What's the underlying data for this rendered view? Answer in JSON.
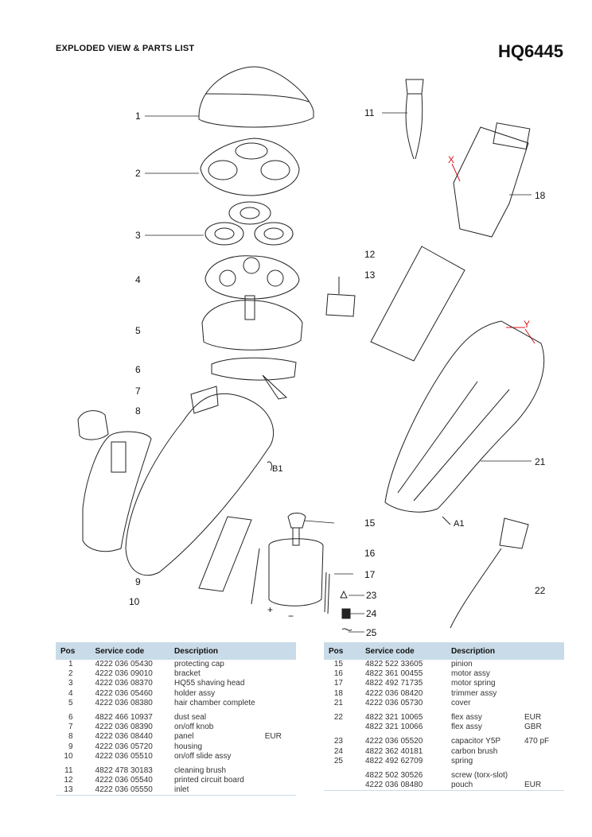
{
  "header": {
    "section_title": "EXPLODED VIEW & PARTS LIST",
    "model": "HQ6445"
  },
  "callouts": {
    "c1": "1",
    "c2": "2",
    "c3": "3",
    "c4": "4",
    "c5": "5",
    "c6": "6",
    "c7": "7",
    "c8": "8",
    "c9": "9",
    "c10": "10",
    "c11": "11",
    "c12": "12",
    "c13": "13",
    "c15": "15",
    "c16": "16",
    "c17": "17",
    "c18": "18",
    "c21": "21",
    "c22": "22",
    "c23": "23",
    "c24": "24",
    "c25": "25",
    "b1": "B1",
    "a1": "A1",
    "x": "X",
    "y": "Y",
    "plus": "+",
    "minus": "−"
  },
  "table_headers": {
    "pos": "Pos",
    "code": "Service code",
    "desc": "Description"
  },
  "left_parts": [
    {
      "pos": "1",
      "code": "4222 036 05430",
      "desc": "protecting cap",
      "extra": ""
    },
    {
      "pos": "2",
      "code": "4222 036 09010",
      "desc": "bracket",
      "extra": ""
    },
    {
      "pos": "3",
      "code": "4222 036 08370",
      "desc": "HQ55 shaving head",
      "extra": ""
    },
    {
      "pos": "4",
      "code": "4222 036 05460",
      "desc": "holder assy",
      "extra": ""
    },
    {
      "pos": "5",
      "code": "4222 036 08380",
      "desc": "hair chamber complete",
      "extra": ""
    },
    {
      "pos": "6",
      "code": "4822 466 10937",
      "desc": "dust seal",
      "extra": ""
    },
    {
      "pos": "7",
      "code": "4222 036 08390",
      "desc": "on/off knob",
      "extra": ""
    },
    {
      "pos": "8",
      "code": "4222 036 08440",
      "desc": "panel",
      "extra": "EUR"
    },
    {
      "pos": "9",
      "code": "4222 036 05720",
      "desc": "housing",
      "extra": ""
    },
    {
      "pos": "10",
      "code": "4222 036 05510",
      "desc": "on/off slide assy",
      "extra": ""
    },
    {
      "pos": "11",
      "code": "4822 478 30183",
      "desc": "cleaning brush",
      "extra": ""
    },
    {
      "pos": "12",
      "code": "4222 036 05540",
      "desc": "printed circuit board",
      "extra": ""
    },
    {
      "pos": "13",
      "code": "4222 036 05550",
      "desc": "inlet",
      "extra": ""
    }
  ],
  "right_parts": [
    {
      "pos": "15",
      "code": "4822 522 33605",
      "desc": "pinion",
      "extra": ""
    },
    {
      "pos": "16",
      "code": "4822 361 00455",
      "desc": "motor assy",
      "extra": ""
    },
    {
      "pos": "17",
      "code": "4822 492 71735",
      "desc": "motor spring",
      "extra": ""
    },
    {
      "pos": "18",
      "code": "4222 036 08420",
      "desc": "trimmer assy",
      "extra": ""
    },
    {
      "pos": "21",
      "code": "4222 036 05730",
      "desc": "cover",
      "extra": ""
    },
    {
      "pos": "22",
      "code": "4822 321 10065",
      "desc": "flex assy",
      "extra": "EUR"
    },
    {
      "pos": "",
      "code": "4822 321 10066",
      "desc": "flex assy",
      "extra": "GBR"
    },
    {
      "pos": "23",
      "code": "4222 036 05520",
      "desc": "capacitor Y5P",
      "extra": "470 pF"
    },
    {
      "pos": "24",
      "code": "4822 362 40181",
      "desc": "carbon brush",
      "extra": ""
    },
    {
      "pos": "25",
      "code": "4822 492 62709",
      "desc": "spring",
      "extra": ""
    },
    {
      "pos": "",
      "code": "4822 502 30526",
      "desc": "screw (torx-slot)",
      "extra": ""
    },
    {
      "pos": "",
      "code": "4222 036 08480",
      "desc": "pouch",
      "extra": "EUR"
    }
  ]
}
